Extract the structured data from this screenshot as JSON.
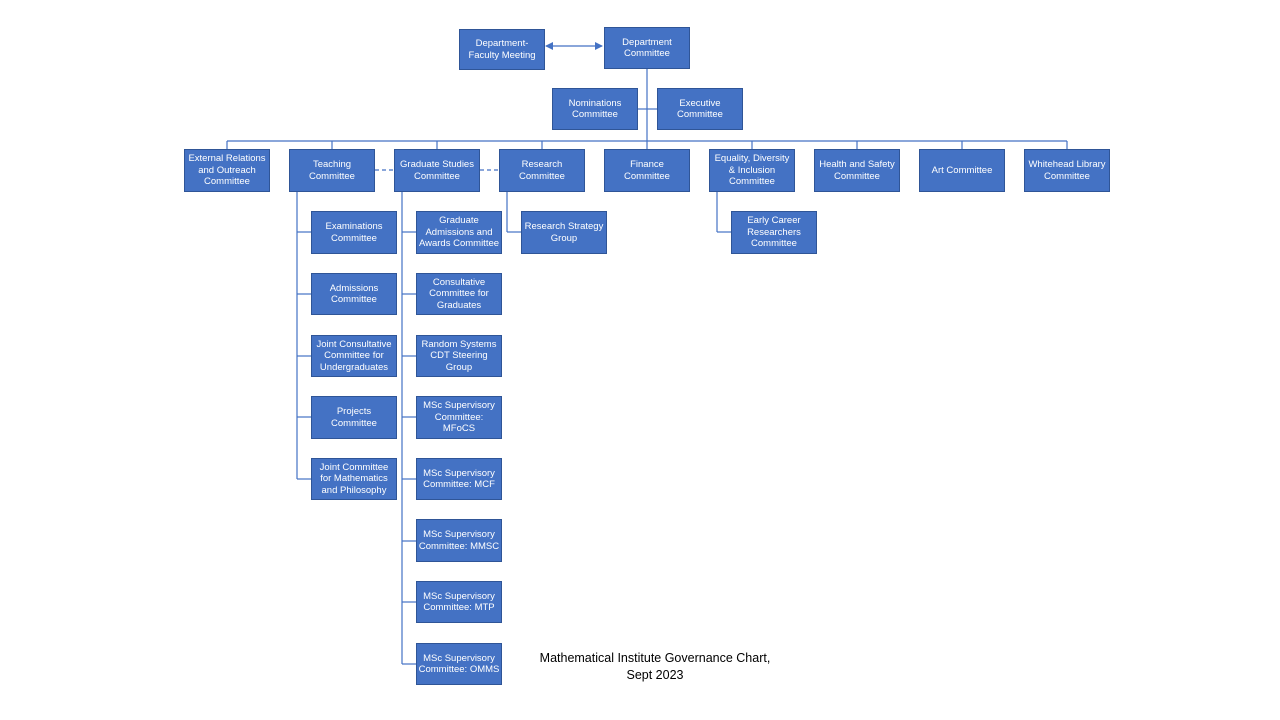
{
  "colors": {
    "box_fill": "#4472c4",
    "box_border": "#2f5597",
    "connector": "#4472c4",
    "text": "#ffffff"
  },
  "nodes": {
    "dept_faculty_meeting": "Department-\nFaculty Meeting",
    "department_committee": "Department\nCommittee",
    "nominations": "Nominations\nCommittee",
    "executive": "Executive\nCommittee",
    "external_relations": "External Relations\nand Outreach\nCommittee",
    "teaching": "Teaching\nCommittee",
    "graduate_studies": "Graduate Studies\nCommittee",
    "research": "Research\nCommittee",
    "finance": "Finance Committee",
    "edi": "Equality, Diversity\n& Inclusion\nCommittee",
    "health_safety": "Health and Safety\nCommittee",
    "art": "Art Committee",
    "whitehead_library": "Whitehead Library\nCommittee",
    "examinations": "Examinations\nCommittee",
    "admissions": "Admissions\nCommittee",
    "jcc_undergrad": "Joint Consultative\nCommittee for\nUndergraduates",
    "projects": "Projects\nCommittee",
    "joint_math_phil": "Joint Committee\nfor Mathematics\nand Philosophy",
    "grad_admissions": "Graduate\nAdmissions and\nAwards Committee",
    "consultative_grad": "Consultative\nCommittee for\nGraduates",
    "random_systems": "Random Systems\nCDT Steering Group",
    "msc_mfocs": "MSc Supervisory\nCommittee: MFoCS",
    "msc_mcf": "MSc Supervisory\nCommittee: MCF",
    "msc_mmsc": "MSc Supervisory\nCommittee: MMSC",
    "msc_mtp": "MSc Supervisory\nCommittee: MTP",
    "msc_omms": "MSc Supervisory\nCommittee: OMMS",
    "research_strategy": "Research Strategy\nGroup",
    "early_career": "Early Career\nResearchers\nCommittee"
  },
  "caption": "Mathematical Institute Governance Chart,\nSept 2023"
}
